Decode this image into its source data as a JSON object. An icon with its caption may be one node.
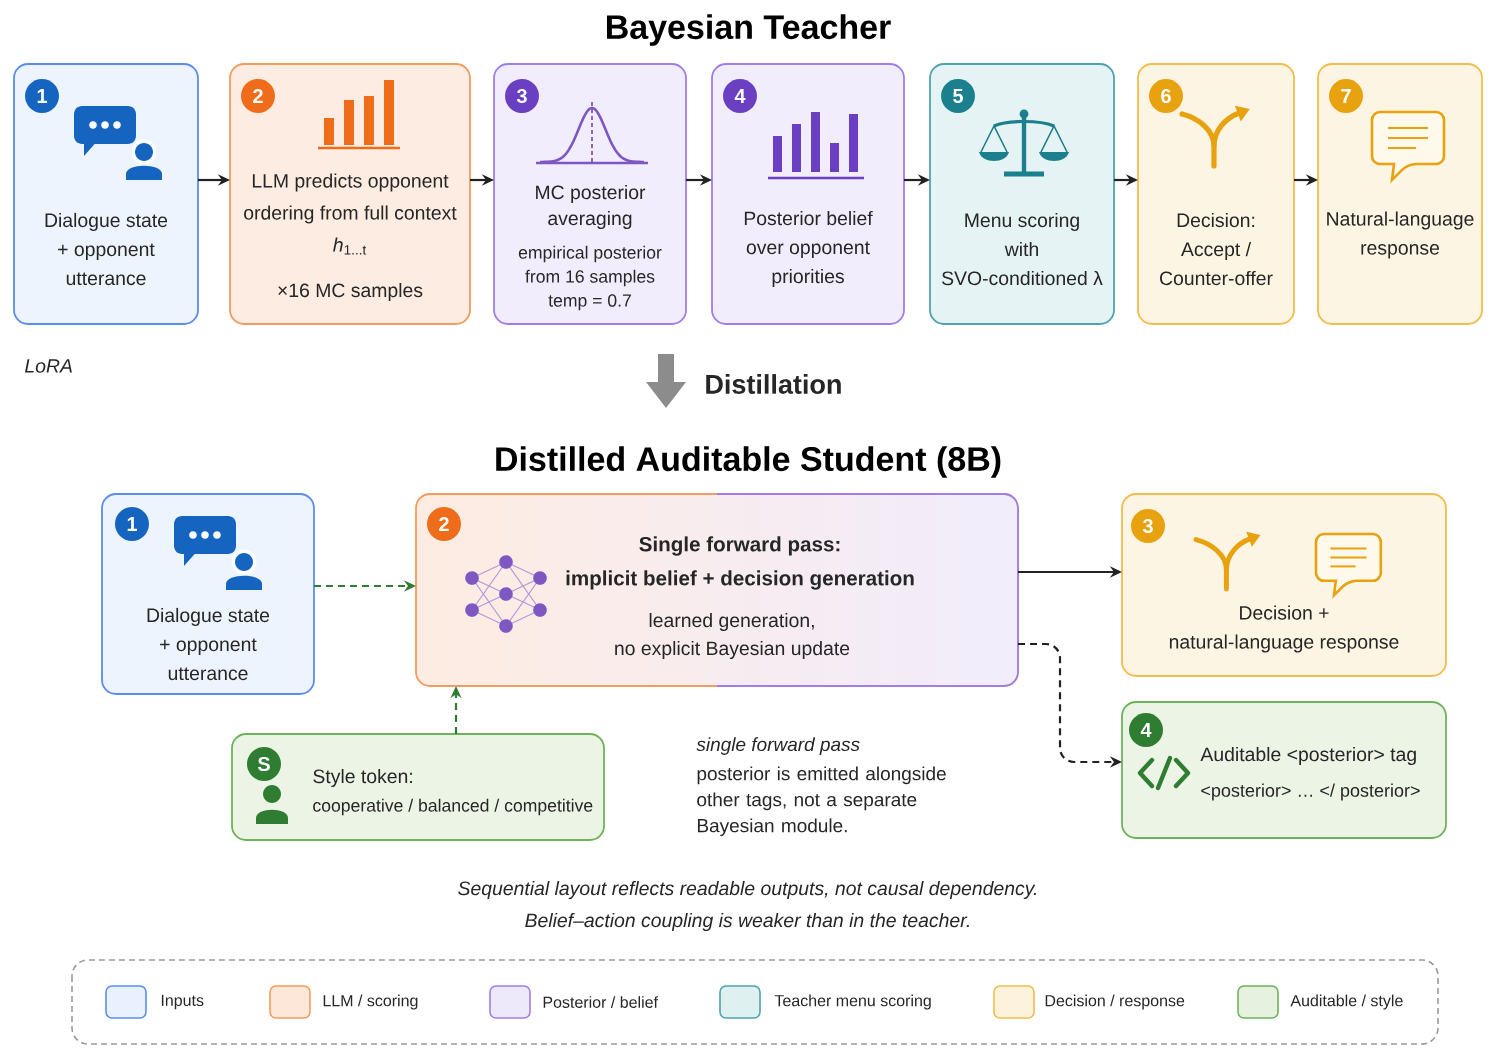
{
  "diagram": {
    "title": "Bayesian Teacher",
    "nodes": [
      {
        "text": [
          "1",
          "Dialogue state + opponent utterance"
        ]
      },
      {
        "text": [
          "2",
          "LLM predicts opponent ordering from full context *h*$_{1...t}$",
          "×16 MC samples"
        ]
      },
      {
        "text": [
          "3",
          "MC posterior averaging",
          "empirical posterior from 16 samples temp = 0.7"
        ]
      },
      {
        "text": [
          "4",
          "Posterior belief over opponent priorities"
        ]
      },
      {
        "text": [
          "5",
          "Menu scoring with SVO-conditioned λ"
        ]
      },
      {
        "text": [
          "6",
          "Decision: Accept / Counter-offer"
        ]
      },
      {
        "text": [
          "7",
          "Natural-language response"
        ]
      },
      {
        "text": [
          "1",
          "Dialogue state + opponent utterance"
        ]
      },
      {
        "text": [
          "2",
          "Single forward pass: implicit belief + decision generation",
          "learned generation, no explicit Bayesian update"
        ]
      },
      {
        "text": [
          "3",
          "Decision + natural-language response"
        ]
      },
      {
        "text": [
          "S",
          "Style token:",
          "cooperative / balanced / competitive"
        ]
      },
      {
        "text": [
          "4",
          "Auditable <posterior> tag",
          "<posterior> … </ posterior>"
        ]
      }
    ],
    "edges": [
      {
        "from": 0,
        "to": 1,
        "arrow": "to"
      },
      {
        "from": 1,
        "to": 2,
        "arrow": "to"
      },
      {
        "from": 2,
        "to": 3,
        "arrow": "to"
      },
      {
        "from": 3,
        "to": 4,
        "arrow": "to"
      },
      {
        "from": 4,
        "to": 5,
        "arrow": "to"
      },
      {
        "from": 5,
        "to": 6,
        "arrow": "to"
      },
      {
        "from": 7,
        "to": 8,
        "arrow": "to",
        "style": "dashed",
        "color": "#2e7d32"
      },
      {
        "from": 10,
        "to": 8,
        "arrow": "to",
        "style": "dashed",
        "color": "#2e7d32"
      },
      {
        "from": 8,
        "to": 9,
        "arrow": "to"
      },
      {
        "from": 8,
        "to": 11,
        "arrow": "to",
        "style": "dashed"
      }
    ],
    "labels": [
      "LoRA",
      "Distillation",
      "Distilled Auditable Student (8B)",
      "single forward pass",
      "posterior is emitted alongside other tags, not a separate Bayesian module."
    ],
    "caption": "Sequential layout reflects readable outputs, not causal dependency. Belief–action coupling is weaker than in the teacher.",
    "legend": [
      {
        "text": "Inputs",
        "color": "#e8f1fd"
      },
      {
        "text": "LLM / scoring",
        "color": "#fde7d9"
      },
      {
        "text": "Posterior / belief",
        "color": "#eee8fb"
      },
      {
        "text": "Teacher menu scoring",
        "color": "#dff0f1"
      },
      {
        "text": "Decision / response",
        "color": "#fdf3dc"
      },
      {
        "text": "Auditable / style",
        "color": "#e7f1df"
      }
    ]
  }
}
